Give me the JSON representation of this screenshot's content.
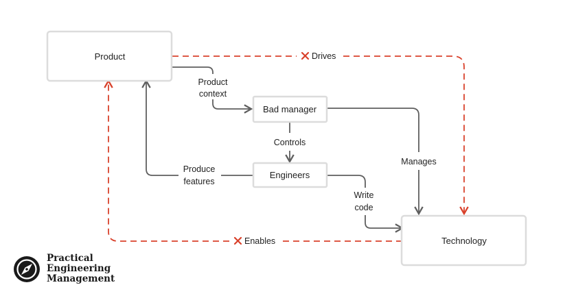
{
  "nodes": {
    "product": "Product",
    "bad_manager": "Bad manager",
    "engineers": "Engineers",
    "technology": "Technology"
  },
  "edges": {
    "product_context": [
      "Product",
      "context"
    ],
    "controls": "Controls",
    "produce_features": [
      "Produce",
      "features"
    ],
    "manages": "Manages",
    "write_code": [
      "Write",
      "code"
    ],
    "drives": "Drives",
    "enables": "Enables"
  },
  "logo": {
    "lines": [
      "Practical",
      "Engineering",
      "Management"
    ],
    "icon": "compass-icon"
  },
  "colors": {
    "box_border": "#dcdcdc",
    "arrow": "#5f5f5f",
    "dashed": "#d9412b"
  }
}
